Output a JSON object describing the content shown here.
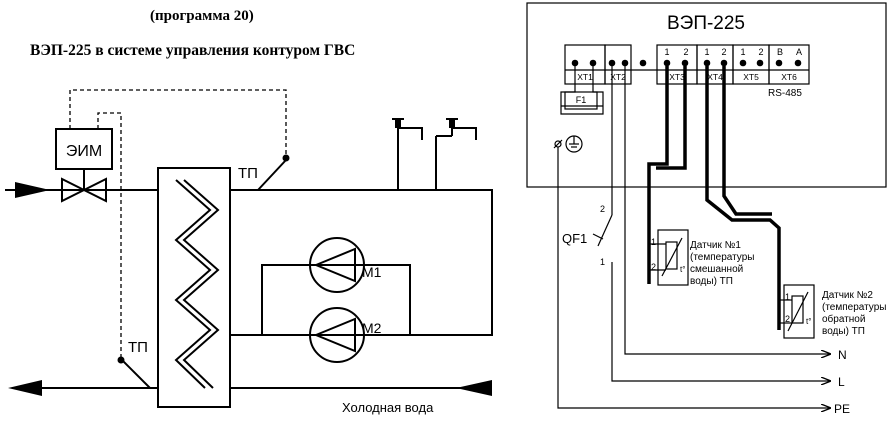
{
  "header": {
    "program": "(программа 20)",
    "title": "ВЭП-225 в системе управления  контуром ГВС"
  },
  "left_diagram": {
    "actuator": "ЭИМ",
    "sensor_supply": "ТП",
    "sensor_return": "ТП",
    "pump1": "М1",
    "pump2": "М2",
    "cold_water": "Холодная вода"
  },
  "controller": {
    "title": "ВЭП-225",
    "terminals": [
      {
        "id": "XT1",
        "label": "XT1",
        "pins": []
      },
      {
        "id": "XT2",
        "label": "XT2",
        "pins": []
      },
      {
        "id": "XT3",
        "label": "XT3",
        "pins": [
          "1",
          "2"
        ]
      },
      {
        "id": "XT4",
        "label": "XT4",
        "pins": [
          "1",
          "2"
        ]
      },
      {
        "id": "XT5",
        "label": "XT5",
        "pins": [
          "1",
          "2"
        ]
      },
      {
        "id": "XT6",
        "label": "XT6",
        "pins": [
          "B",
          "A"
        ]
      }
    ],
    "rs485": "RS-485",
    "fuse": "F1",
    "breaker": "QF1",
    "breaker_pin_top": "2",
    "breaker_pin_bottom": "1"
  },
  "sensors": [
    {
      "name": "sensor1",
      "pin1": "1",
      "pin2": "2",
      "tsym": "t°",
      "lines": [
        "Датчик №1",
        "(температуры",
        "смешанной",
        "воды) ТП"
      ]
    },
    {
      "name": "sensor2",
      "pin1": "1",
      "pin2": "2",
      "tsym": "t°",
      "lines": [
        "Датчик №2",
        "(температуры",
        "обратной",
        "воды) ТП"
      ]
    }
  ],
  "power": {
    "n": "N",
    "l": "L",
    "pe": "PE"
  }
}
